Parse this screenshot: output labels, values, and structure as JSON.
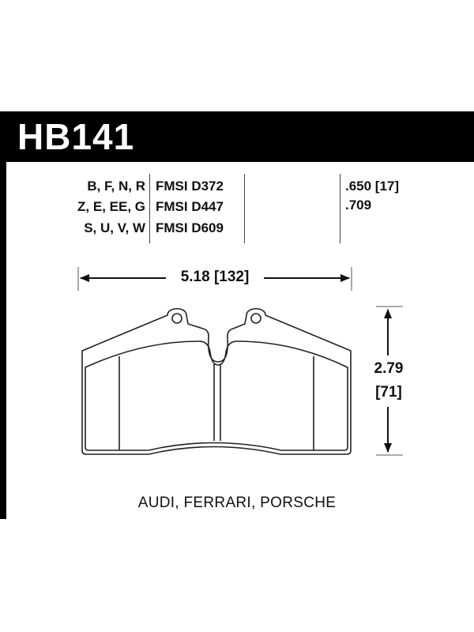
{
  "header": {
    "part_number": "HB141",
    "background": "#000000",
    "text_color": "#ffffff"
  },
  "specs": {
    "compounds": [
      "B, F, N, R",
      "Z, E, EE, G",
      "S, U, V, W"
    ],
    "fmsi": [
      "FMSI D372",
      "FMSI D447",
      "FMSI D609"
    ],
    "thickness": [
      ".650 [17]",
      ".709"
    ]
  },
  "dimensions": {
    "width_label": "5.18 [132]",
    "height_value": "2.79",
    "height_metric": "[71]"
  },
  "applications": "AUDI, FERRARI, PORSCHE"
}
